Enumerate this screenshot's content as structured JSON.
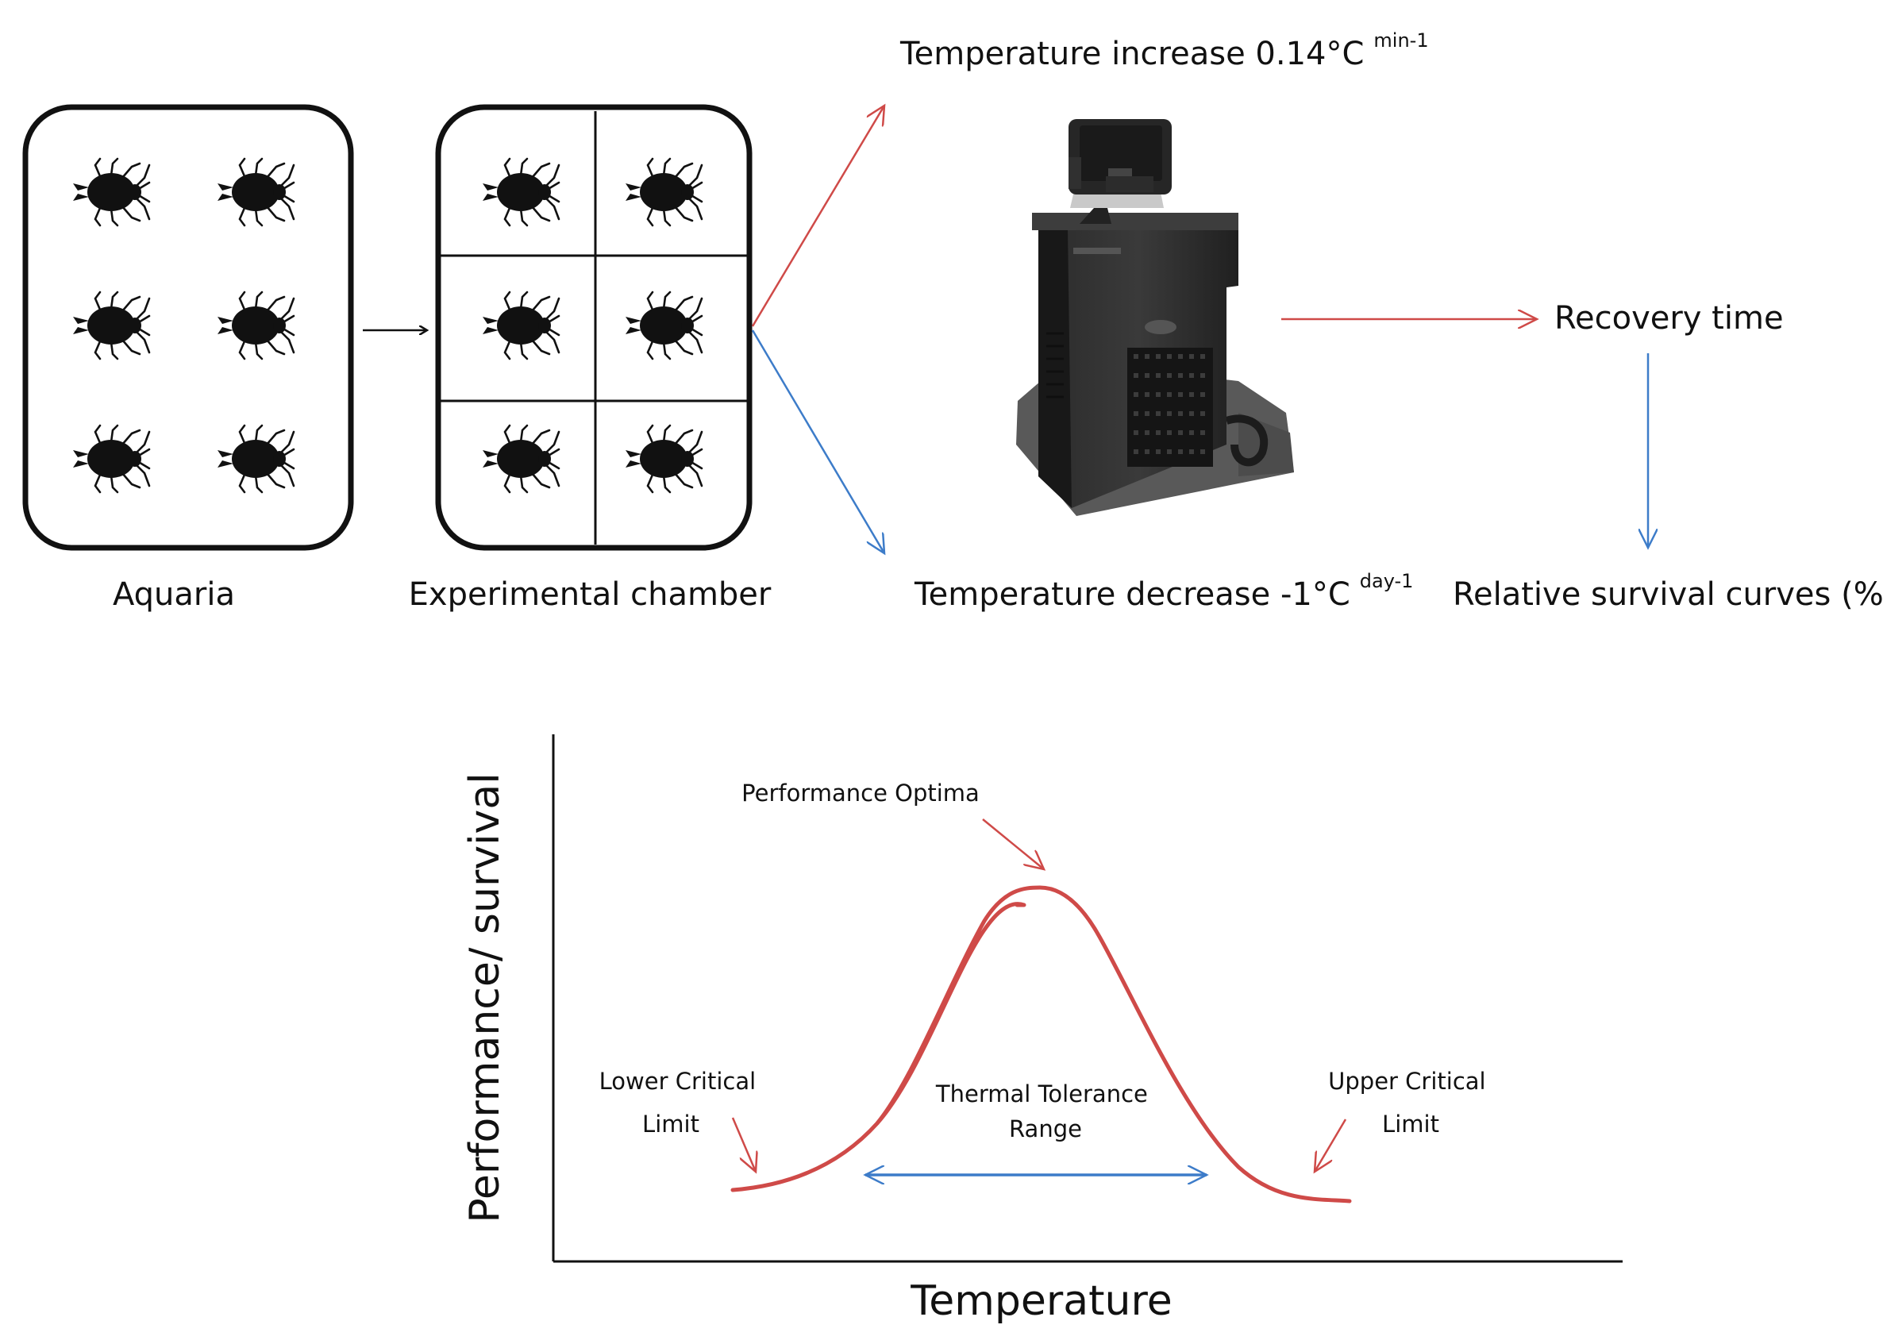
{
  "top": {
    "aquaria_label": "Aquaria",
    "chamber_label": "Experimental chamber",
    "increase_label": "Temperature increase 0.14°C",
    "increase_unit": "min-1",
    "decrease_label": "Temperature decrease -1°C",
    "decrease_unit": "day-1",
    "recovery_label": "Recovery time",
    "survival_label": "Relative survival curves (%)"
  },
  "curve": {
    "ylabel": "Performance/ survival",
    "xlabel": "Temperature",
    "optima_label": "Performance Optima",
    "lower_line1": "Lower Critical",
    "lower_line2": "Limit",
    "upper_line1": "Upper Critical",
    "upper_line2": "Limit",
    "range_line1": "Thermal Tolerance",
    "range_line2": "Range"
  },
  "colors": {
    "red": "#cf4a48",
    "blue": "#3d7cc9",
    "black": "#111111"
  },
  "icons": {
    "beetle": "beetle-icon",
    "water_bath": "water-bath-machine-icon"
  }
}
